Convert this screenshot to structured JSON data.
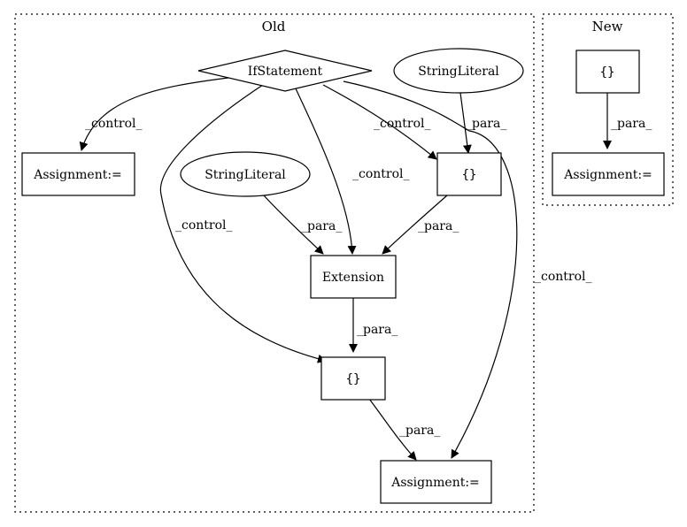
{
  "clusters": {
    "old": {
      "label": "Old"
    },
    "new": {
      "label": "New"
    }
  },
  "nodes": {
    "if_statement": {
      "label": "IfStatement"
    },
    "string_literal_1": {
      "label": "StringLiteral"
    },
    "string_literal_2": {
      "label": "StringLiteral"
    },
    "assignment_left": {
      "label": "Assignment:="
    },
    "braces_right": {
      "label": "{}"
    },
    "extension": {
      "label": "Extension"
    },
    "braces_mid": {
      "label": "{}"
    },
    "assignment_bottom": {
      "label": "Assignment:="
    },
    "new_braces": {
      "label": "{}"
    },
    "new_assignment": {
      "label": "Assignment:="
    }
  },
  "edges": {
    "if_to_assign_left": {
      "label": "_control_"
    },
    "if_to_braces_right": {
      "label": "_control_"
    },
    "if_to_extension": {
      "label": "_control_"
    },
    "if_to_braces_mid": {
      "label": "_control_"
    },
    "if_to_assign_bottom": {
      "label": "_control_"
    },
    "sl1_to_braces_right": {
      "label": "_para_"
    },
    "sl2_to_extension": {
      "label": "_para_"
    },
    "braces_right_to_extension": {
      "label": "_para_"
    },
    "extension_to_braces_mid": {
      "label": "_para_"
    },
    "braces_mid_to_assign_bottom": {
      "label": "_para_"
    },
    "new_braces_to_new_assign": {
      "label": "_para_"
    }
  }
}
